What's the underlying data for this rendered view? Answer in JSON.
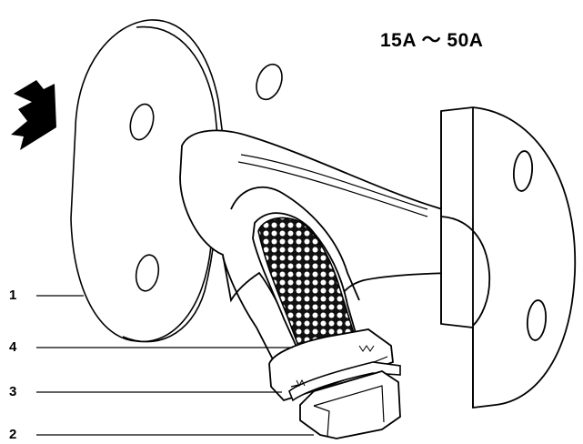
{
  "diagram": {
    "size_range": "15A ～ 50A",
    "callouts": [
      {
        "id": "1",
        "label": "1"
      },
      {
        "id": "4",
        "label": "4"
      },
      {
        "id": "3",
        "label": "3"
      },
      {
        "id": "2",
        "label": "2"
      }
    ],
    "colors": {
      "line": "#000000",
      "background": "#ffffff",
      "screen": "#1a1a1a"
    },
    "icons": [
      "flow-direction-arrow-icon"
    ]
  }
}
